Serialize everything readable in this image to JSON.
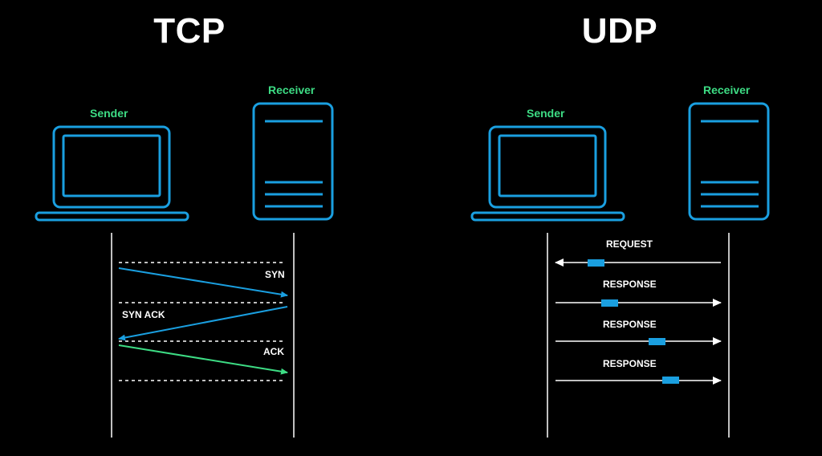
{
  "colors": {
    "background": "#000000",
    "device_blue": "#1a9fe0",
    "label_green": "#3ddc84",
    "arrow_blue": "#1a9fe0",
    "arrow_green": "#3ddc84",
    "text_white": "#ffffff",
    "packet_blue": "#1a9fe0"
  },
  "tcp": {
    "title": "TCP",
    "sender_label": "Sender",
    "receiver_label": "Receiver",
    "messages": {
      "syn": "SYN",
      "syn_ack": "SYN ACK",
      "ack": "ACK"
    }
  },
  "udp": {
    "title": "UDP",
    "sender_label": "Sender",
    "receiver_label": "Receiver",
    "messages": [
      "REQUEST",
      "RESPONSE",
      "RESPONSE",
      "RESPONSE"
    ]
  },
  "icons": [
    "laptop-icon",
    "server-icon"
  ]
}
